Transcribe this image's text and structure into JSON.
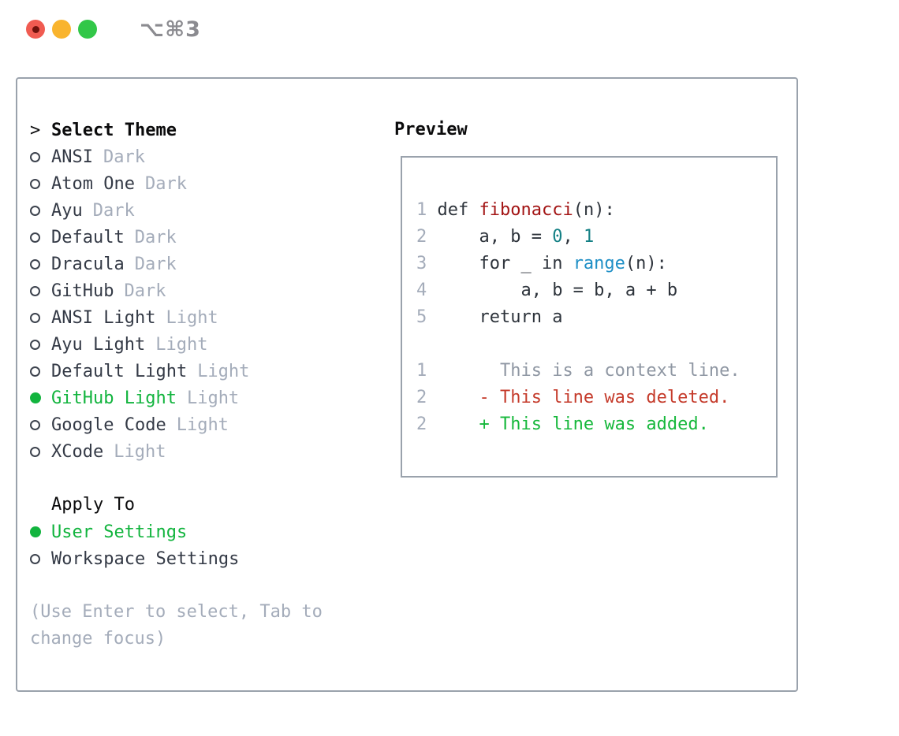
{
  "window": {
    "title": "⌥⌘3"
  },
  "select_theme": {
    "prompt": ">",
    "title": "Select Theme",
    "items": [
      {
        "name": "ANSI",
        "variant": "Dark",
        "selected": false
      },
      {
        "name": "Atom One",
        "variant": "Dark",
        "selected": false
      },
      {
        "name": "Ayu",
        "variant": "Dark",
        "selected": false
      },
      {
        "name": "Default",
        "variant": "Dark",
        "selected": false
      },
      {
        "name": "Dracula",
        "variant": "Dark",
        "selected": false
      },
      {
        "name": "GitHub",
        "variant": "Dark",
        "selected": false
      },
      {
        "name": "ANSI Light",
        "variant": "Light",
        "selected": false
      },
      {
        "name": "Ayu Light",
        "variant": "Light",
        "selected": false
      },
      {
        "name": "Default Light",
        "variant": "Light",
        "selected": false
      },
      {
        "name": "GitHub Light",
        "variant": "Light",
        "selected": true
      },
      {
        "name": "Google Code",
        "variant": "Light",
        "selected": false
      },
      {
        "name": "XCode",
        "variant": "Light",
        "selected": false
      }
    ]
  },
  "apply_to": {
    "title": "Apply To",
    "options": [
      {
        "label": "User Settings",
        "selected": true
      },
      {
        "label": "Workspace Settings",
        "selected": false
      }
    ]
  },
  "hint": "(Use Enter to select, Tab to change focus)",
  "preview": {
    "title": "Preview",
    "code_lines": [
      {
        "num": "1",
        "tokens": [
          {
            "text": "def ",
            "style": "plain"
          },
          {
            "text": "fibonacci",
            "style": "function"
          },
          {
            "text": "(n):",
            "style": "plain"
          }
        ]
      },
      {
        "num": "2",
        "tokens": [
          {
            "text": "    a, b = ",
            "style": "plain"
          },
          {
            "text": "0",
            "style": "number"
          },
          {
            "text": ", ",
            "style": "plain"
          },
          {
            "text": "1",
            "style": "number"
          }
        ]
      },
      {
        "num": "3",
        "tokens": [
          {
            "text": "    for _ in ",
            "style": "plain"
          },
          {
            "text": "range",
            "style": "builtin"
          },
          {
            "text": "(n):",
            "style": "plain"
          }
        ]
      },
      {
        "num": "4",
        "tokens": [
          {
            "text": "        a, b = b, a + b",
            "style": "plain"
          }
        ]
      },
      {
        "num": "5",
        "tokens": [
          {
            "text": "    return a",
            "style": "plain"
          }
        ]
      }
    ],
    "diff_lines": [
      {
        "num": "1",
        "prefix": "",
        "text": "This is a context line.",
        "type": "context"
      },
      {
        "num": "2",
        "prefix": "-",
        "text": "This line was deleted.",
        "type": "deleted"
      },
      {
        "num": "2",
        "prefix": "+",
        "text": "This line was added.",
        "type": "added"
      }
    ]
  },
  "colors": {
    "accent_green": "#12b43e",
    "item_text": "#343a46",
    "muted_text": "#a4acba",
    "heading_text": "#0b0b0c",
    "panel_border": "#9aa2ac",
    "line_number": "#a4acba",
    "code_default": "#2d333b",
    "code_function": "#a31515",
    "code_number": "#148085",
    "code_builtin": "#1e8fc6",
    "diff_context": "#8f97a3",
    "diff_deleted": "#c53b2b",
    "diff_added": "#17b83c",
    "titlebar_text": "#8b8b90",
    "traffic_red": "#f05b51",
    "traffic_red_dot": "#70120c",
    "traffic_yellow": "#f9b42e",
    "traffic_green": "#32c748"
  }
}
